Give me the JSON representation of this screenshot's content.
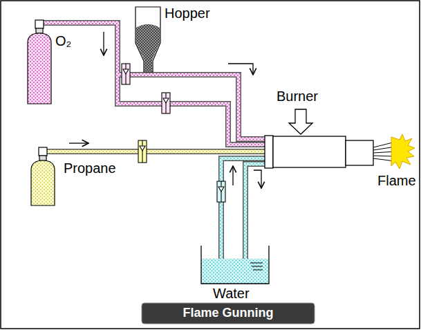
{
  "diagram": {
    "caption": "Flame Gunning",
    "labels": [
      "O₂",
      "Hopper",
      "Burner",
      "Propane",
      "Flame",
      "Water"
    ]
  }
}
